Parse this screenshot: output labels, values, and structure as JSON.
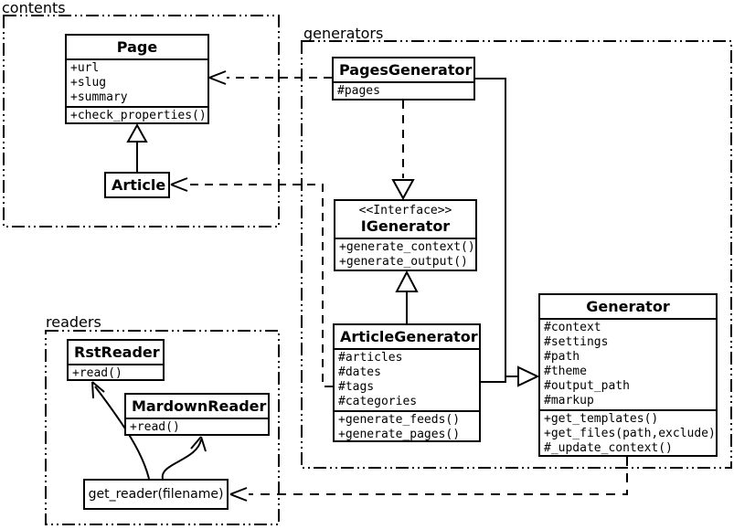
{
  "diagram": {
    "packages": [
      {
        "label": "contents"
      },
      {
        "label": "generators"
      },
      {
        "label": "readers"
      }
    ],
    "classes": {
      "page": {
        "name": "Page",
        "attributes": [
          "+url",
          "+slug",
          "+summary"
        ],
        "methods": [
          "+check_properties()"
        ]
      },
      "article": {
        "name": "Article"
      },
      "pagesGenerator": {
        "name": "PagesGenerator",
        "attributes": [
          "#pages"
        ]
      },
      "iGenerator": {
        "stereotype": "<<Interface>>",
        "name": "IGenerator",
        "methods": [
          "+generate_context()",
          "+generate_output()"
        ]
      },
      "articleGenerator": {
        "name": "ArticleGenerator",
        "attributes": [
          "#articles",
          "#dates",
          "#tags",
          "#categories"
        ],
        "methods": [
          "+generate_feeds()",
          "+generate_pages()"
        ]
      },
      "generator": {
        "name": "Generator",
        "attributes": [
          "#context",
          "#settings",
          "#path",
          "#theme",
          "#output_path",
          "#markup"
        ],
        "methods": [
          "+get_templates()",
          "+get_files(path,exclude)",
          "#_update_context()"
        ]
      },
      "rstReader": {
        "name": "RstReader",
        "methods": [
          "+read()"
        ]
      },
      "mardownReader": {
        "name": "MardownReader",
        "methods": [
          "+read()"
        ]
      },
      "getReader": {
        "name": "get_reader(filename)"
      }
    },
    "relationships": [
      {
        "from": "Article",
        "to": "Page",
        "type": "inheritance"
      },
      {
        "from": "PagesGenerator",
        "to": "Page",
        "type": "dependency"
      },
      {
        "from": "ArticleGenerator",
        "to": "Article",
        "type": "dependency"
      },
      {
        "from": "PagesGenerator",
        "to": "IGenerator",
        "type": "realization"
      },
      {
        "from": "ArticleGenerator",
        "to": "IGenerator",
        "type": "inheritance"
      },
      {
        "from": "PagesGenerator",
        "to": "Generator",
        "type": "inheritance"
      },
      {
        "from": "ArticleGenerator",
        "to": "Generator",
        "type": "inheritance"
      },
      {
        "from": "Generator",
        "to": "get_reader(filename)",
        "type": "dependency"
      },
      {
        "from": "get_reader(filename)",
        "to": "RstReader",
        "type": "arrow"
      },
      {
        "from": "get_reader(filename)",
        "to": "MardownReader",
        "type": "arrow"
      }
    ],
    "colors": {
      "line": "#000000",
      "background": "#ffffff",
      "box_fill": "#ffffff"
    }
  }
}
